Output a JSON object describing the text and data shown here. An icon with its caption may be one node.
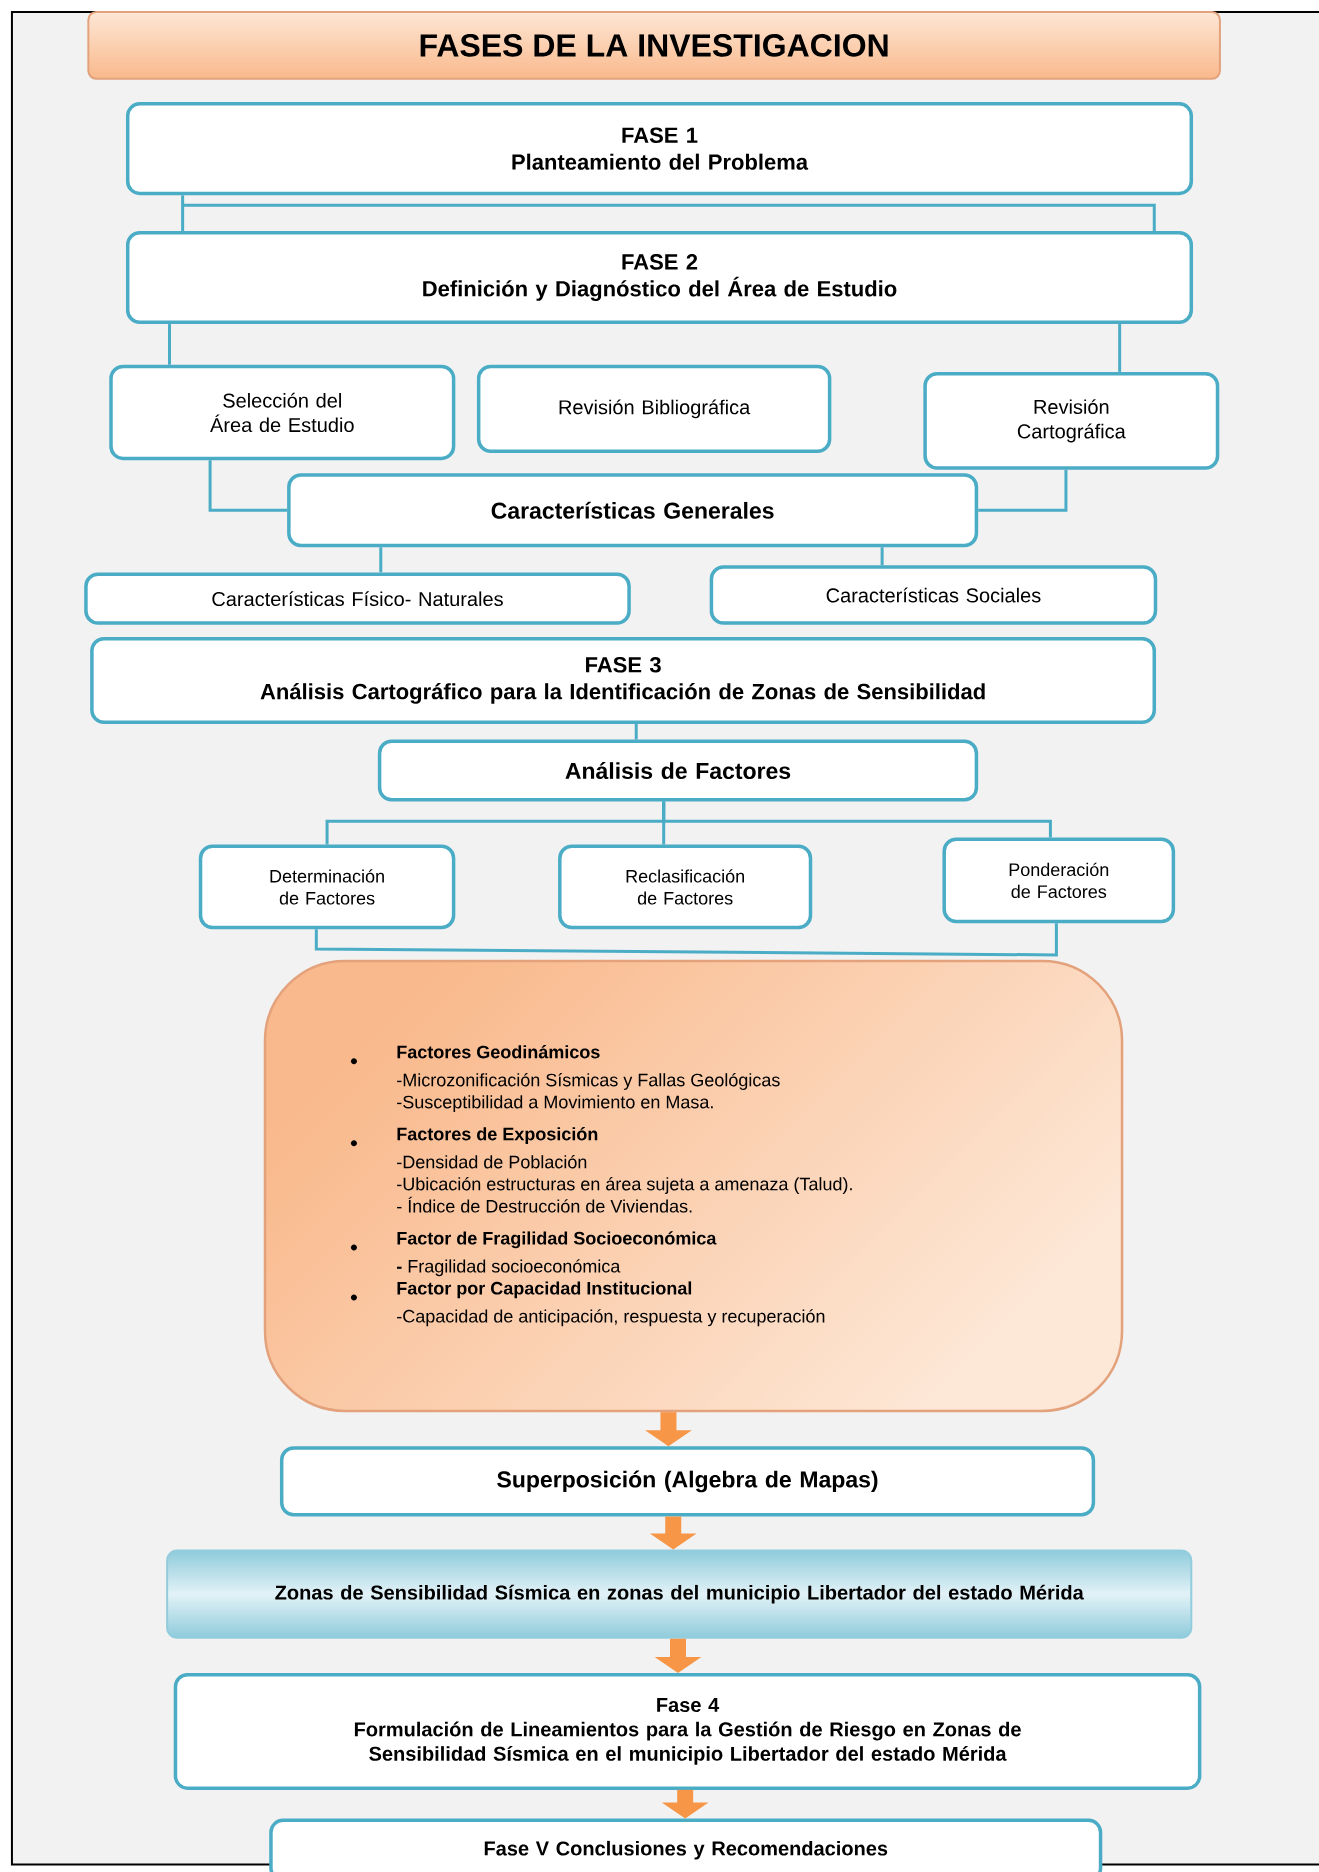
{
  "diagram": {
    "title": "FASES DE LA INVESTIGACION",
    "nodes": [
      {
        "text": [
          "FASE 1",
          "Planteamiento del Problema"
        ]
      },
      {
        "text": [
          "FASE 2",
          "Definición y Diagnóstico del Área de Estudio"
        ]
      },
      {
        "text": [
          "Selección del Área de Estudio"
        ]
      },
      {
        "text": [
          "Revisión Bibliográfica"
        ]
      },
      {
        "text": [
          "Revisión Cartográfica"
        ]
      },
      {
        "text": [
          "Características Generales"
        ]
      },
      {
        "text": [
          "Características Físico- Naturales"
        ]
      },
      {
        "text": [
          "Características Sociales"
        ]
      },
      {
        "text": [
          "FASE 3",
          "Análisis Cartográfico para la Identificación de Zonas de Sensibilidad"
        ]
      },
      {
        "text": [
          "Análisis de Factores"
        ]
      },
      {
        "text": [
          "Determinación de Factores"
        ]
      },
      {
        "text": [
          "Reclasificación de Factores"
        ]
      },
      {
        "text": [
          "Ponderación de Factores"
        ]
      },
      {
        "text": [
          "Factores Geodinámicos",
          "-Microzonificación Sísmicas y Fallas Geológicas",
          "-Susceptibilidad a Movimiento en Masa.",
          "Factores de Exposición",
          "-Densidad de Población",
          "-Ubicación estructuras en área sujeta a amenaza (Talud).",
          "- Índice de Destrucción de Viviendas.",
          "Factor de Fragilidad Socioeconómica",
          "**-** Fragilidad socioeconómica",
          "Factor por Capacidad Institucional",
          "-Capacidad de anticipación, respuesta y recuperación"
        ]
      },
      {
        "text": [
          "Superposición (Algebra de Mapas)"
        ]
      },
      {
        "text": [
          "Zonas de Sensibilidad Sísmica en zonas del municipio Libertador del estado Mérida"
        ]
      },
      {
        "text": [
          "Fase 4",
          "Formulación de Lineamientos para la Gestión de Riesgo en Zonas de Sensibilidad Sísmica en el municipio Libertador  del estado Mérida"
        ]
      },
      {
        "text": [
          "Fase V Conclusiones y Recomendaciones"
        ]
      }
    ],
    "edges": [
      {
        "from": 0,
        "to": 1,
        "arrow": "none"
      },
      {
        "from": 1,
        "to": 2,
        "arrow": "none"
      },
      {
        "from": 1,
        "to": 4,
        "arrow": "none"
      },
      {
        "from": 2,
        "to": 5,
        "arrow": "none"
      },
      {
        "from": 4,
        "to": 5,
        "arrow": "none"
      },
      {
        "from": 5,
        "to": 6,
        "arrow": "none"
      },
      {
        "from": 5,
        "to": 7,
        "arrow": "none"
      },
      {
        "from": 8,
        "to": 9,
        "arrow": "none"
      },
      {
        "from": 9,
        "to": 10,
        "arrow": "none"
      },
      {
        "from": 9,
        "to": 11,
        "arrow": "none"
      },
      {
        "from": 9,
        "to": 12,
        "arrow": "none"
      },
      {
        "from": 10,
        "to": 12,
        "arrow": "none"
      },
      {
        "from": 13,
        "to": 14,
        "arrow": "to",
        "style": "thick",
        "color": "#f79646"
      },
      {
        "from": 14,
        "to": 15,
        "arrow": "to",
        "style": "thick",
        "color": "#f79646"
      },
      {
        "from": 15,
        "to": 16,
        "arrow": "to",
        "style": "thick",
        "color": "#f79646"
      },
      {
        "from": 16,
        "to": 17,
        "arrow": "to",
        "style": "thick",
        "color": "#f79646"
      }
    ]
  }
}
